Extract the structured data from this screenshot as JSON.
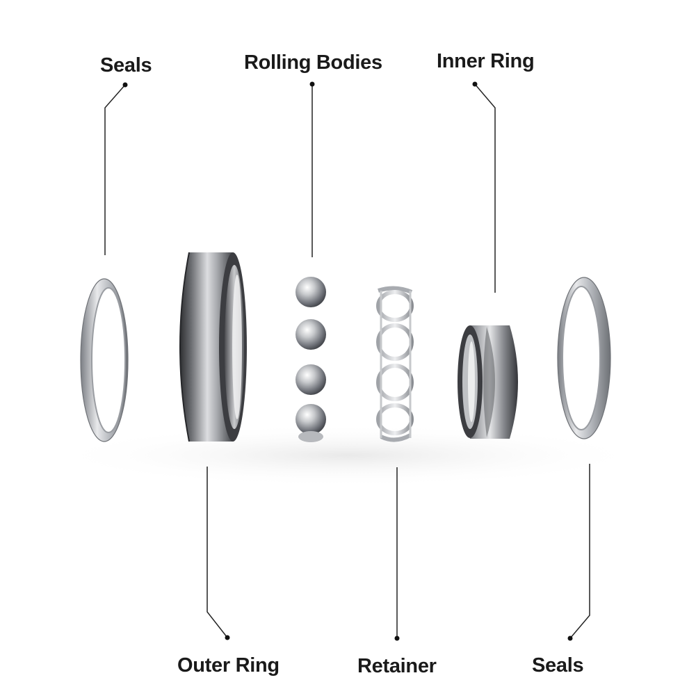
{
  "labels": {
    "seals_left": "Seals",
    "rolling_bodies": "Rolling Bodies",
    "inner_ring": "Inner Ring",
    "outer_ring": "Outer Ring",
    "retainer": "Retainer",
    "seals_right": "Seals"
  },
  "colors": {
    "text": "#1a1a1a",
    "leader_line": "#222222",
    "metal_dark": "#3a3b3e",
    "metal_mid": "#8d9096",
    "metal_light": "#e9eaec",
    "background": "#ffffff"
  }
}
